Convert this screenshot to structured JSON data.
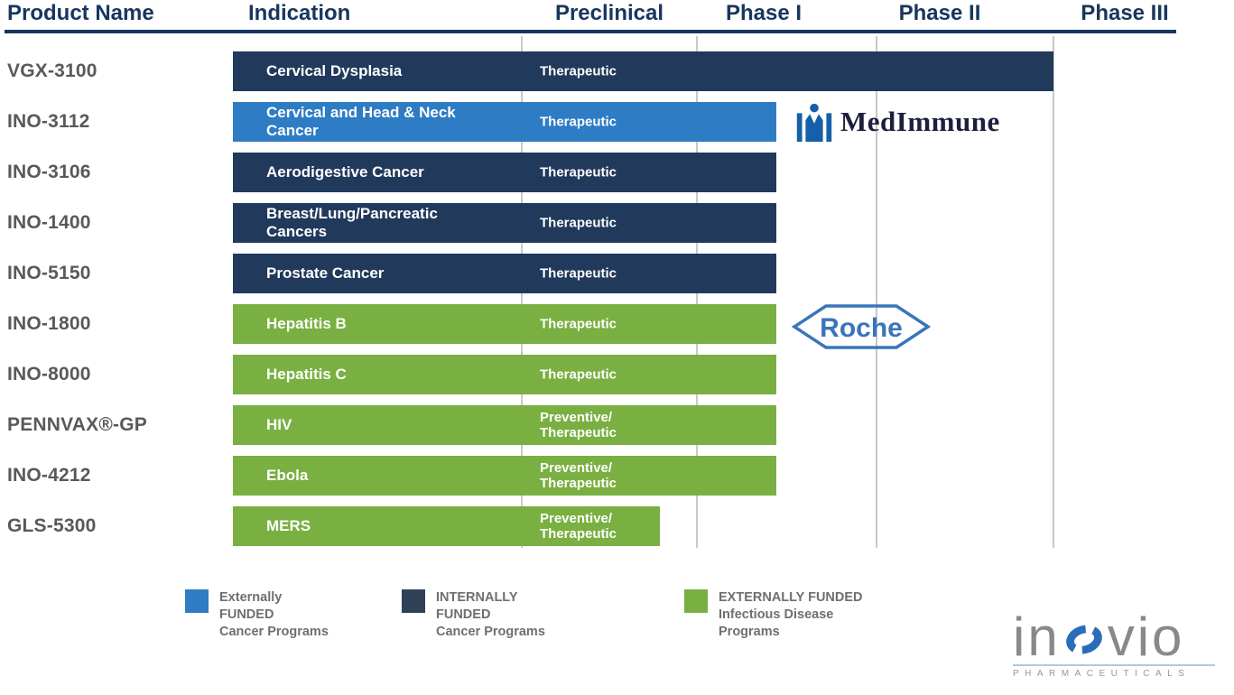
{
  "header": {
    "columns": [
      "Product Name",
      "Indication",
      "Preclinical",
      "Phase I",
      "Phase II",
      "Phase III"
    ]
  },
  "rows": [
    {
      "product": "VGX-3100",
      "indication": "Cervical Dysplasia",
      "stage": "Therapeutic",
      "program": "internally_funded_cancer"
    },
    {
      "product": "INO-3112",
      "indication": "Cervical and Head & Neck\nCancer",
      "stage": "Therapeutic",
      "program": "externally_funded_cancer",
      "partner": "MedImmune"
    },
    {
      "product": "INO-3106",
      "indication": "Aerodigestive Cancer",
      "stage": "Therapeutic",
      "program": "internally_funded_cancer"
    },
    {
      "product": "INO-1400",
      "indication": "Breast/Lung/Pancreatic\nCancers",
      "stage": "Therapeutic",
      "program": "internally_funded_cancer"
    },
    {
      "product": "INO-5150",
      "indication": "Prostate Cancer",
      "stage": "Therapeutic",
      "program": "internally_funded_cancer"
    },
    {
      "product": "INO-1800",
      "indication": "Hepatitis B",
      "stage": "Therapeutic",
      "program": "externally_funded_infectious",
      "partner": "Roche"
    },
    {
      "product": "INO-8000",
      "indication": "Hepatitis C",
      "stage": "Therapeutic",
      "program": "externally_funded_infectious"
    },
    {
      "product": "PENNVAX®-GP",
      "indication": "HIV",
      "stage": "Preventive/\nTherapeutic",
      "program": "externally_funded_infectious"
    },
    {
      "product": "INO-4212",
      "indication": "Ebola",
      "stage": "Preventive/\nTherapeutic",
      "program": "externally_funded_infectious"
    },
    {
      "product": "GLS-5300",
      "indication": "MERS",
      "stage": "Preventive/\nTherapeutic",
      "program": "externally_funded_infectious"
    }
  ],
  "partners": {
    "medimmune": {
      "name": "MedImmune"
    },
    "roche": {
      "name": "Roche"
    }
  },
  "legend": [
    {
      "label": "Externally\nFUNDED\nCancer Programs",
      "color": "#2E7CC4"
    },
    {
      "label": "INTERNALLY\nFUNDED\nCancer Programs",
      "color": "#2E4156"
    },
    {
      "label": "EXTERNALLY FUNDED\nInfectious Disease\nPrograms",
      "color": "#79B041"
    }
  ],
  "company_logo": {
    "prefix": "in",
    "suffix": "vio",
    "full_name": "inovio",
    "sub": "PHARMACEUTICALS"
  },
  "colors": {
    "header_navy": "#17365D",
    "internally_funded_cancer": "#21395B",
    "externally_funded_cancer": "#2E7CC4",
    "externally_funded_infectious": "#79B041",
    "product_text_gray": "#595959",
    "legend_text_gray": "#6E6F72",
    "gridline_gray": "#C9C9C9",
    "medimmune_blue": "#1560A8",
    "roche_blue": "#3A75BA",
    "inovio_gray": "#87898C",
    "inovio_swirl_blue": "#2B6CB8"
  },
  "chart_data": {
    "type": "bar",
    "orientation": "horizontal",
    "title": "",
    "phase_columns": [
      "Preclinical",
      "Phase I",
      "Phase II",
      "Phase III"
    ],
    "legend_position": "bottom",
    "grid": "vertical phase boundary lines",
    "rows": [
      {
        "product": "VGX-3100",
        "indication": "Cervical Dysplasia",
        "vaccine_type": "Therapeutic",
        "program": "INTERNALLY FUNDED Cancer Programs",
        "progress_phase_units": 3.0,
        "progress_end": "end of Phase II"
      },
      {
        "product": "INO-3112",
        "indication": "Cervical and Head & Neck Cancer",
        "vaccine_type": "Therapeutic",
        "program": "Externally FUNDED Cancer Programs",
        "partner": "MedImmune",
        "progress_phase_units": 1.45,
        "progress_end": "mid Phase I"
      },
      {
        "product": "INO-3106",
        "indication": "Aerodigestive Cancer",
        "vaccine_type": "Therapeutic",
        "program": "INTERNALLY FUNDED Cancer Programs",
        "progress_phase_units": 1.45,
        "progress_end": "mid Phase I"
      },
      {
        "product": "INO-1400",
        "indication": "Breast/Lung/Pancreatic Cancers",
        "vaccine_type": "Therapeutic",
        "program": "INTERNALLY FUNDED Cancer Programs",
        "progress_phase_units": 1.45,
        "progress_end": "mid Phase I"
      },
      {
        "product": "INO-5150",
        "indication": "Prostate Cancer",
        "vaccine_type": "Therapeutic",
        "program": "INTERNALLY FUNDED Cancer Programs",
        "progress_phase_units": 1.45,
        "progress_end": "mid Phase I"
      },
      {
        "product": "INO-1800",
        "indication": "Hepatitis B",
        "vaccine_type": "Therapeutic",
        "program": "EXTERNALLY FUNDED Infectious Disease Programs",
        "partner": "Roche",
        "progress_phase_units": 1.45,
        "progress_end": "mid Phase I"
      },
      {
        "product": "INO-8000",
        "indication": "Hepatitis C",
        "vaccine_type": "Therapeutic",
        "program": "EXTERNALLY FUNDED Infectious Disease Programs",
        "progress_phase_units": 1.45,
        "progress_end": "mid Phase I"
      },
      {
        "product": "PENNVAX®-GP",
        "indication": "HIV",
        "vaccine_type": "Preventive/Therapeutic",
        "program": "EXTERNALLY FUNDED Infectious Disease Programs",
        "progress_phase_units": 1.45,
        "progress_end": "mid Phase I"
      },
      {
        "product": "INO-4212",
        "indication": "Ebola",
        "vaccine_type": "Preventive/Therapeutic",
        "program": "EXTERNALLY FUNDED Infectious Disease Programs",
        "progress_phase_units": 1.45,
        "progress_end": "mid Phase I"
      },
      {
        "product": "GLS-5300",
        "indication": "MERS",
        "vaccine_type": "Preventive/Therapeutic",
        "program": "EXTERNALLY FUNDED Infectious Disease Programs",
        "progress_phase_units": 0.8,
        "progress_end": "late Preclinical"
      }
    ]
  }
}
